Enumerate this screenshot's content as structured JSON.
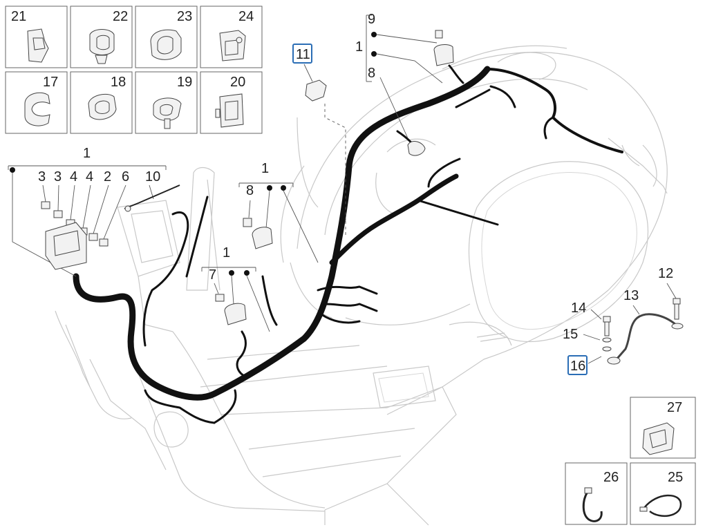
{
  "detail_boxes": [
    {
      "id": "21"
    },
    {
      "id": "22"
    },
    {
      "id": "23"
    },
    {
      "id": "24"
    },
    {
      "id": "17"
    },
    {
      "id": "18"
    },
    {
      "id": "19"
    },
    {
      "id": "20"
    },
    {
      "id": "27"
    },
    {
      "id": "26"
    },
    {
      "id": "25"
    }
  ],
  "callouts": {
    "c11": "11",
    "c16": "16",
    "c12": "12",
    "c13": "13",
    "c14": "14",
    "c15": "15",
    "g1_top": "1",
    "g1_9": "9",
    "g1_8": "8",
    "g2_1": "1",
    "g2_3a": "3",
    "g2_3b": "3",
    "g2_4a": "4",
    "g2_4b": "4",
    "g2_2": "2",
    "g2_6": "6",
    "g2_10": "10",
    "g3_1": "1",
    "g3_8": "8",
    "g4_1": "1",
    "g4_7": "7"
  },
  "highlighted": [
    "11",
    "16"
  ],
  "colors": {
    "highlight": "#2a6db5",
    "harness": "#111111",
    "outline": "#c8c8c8"
  }
}
